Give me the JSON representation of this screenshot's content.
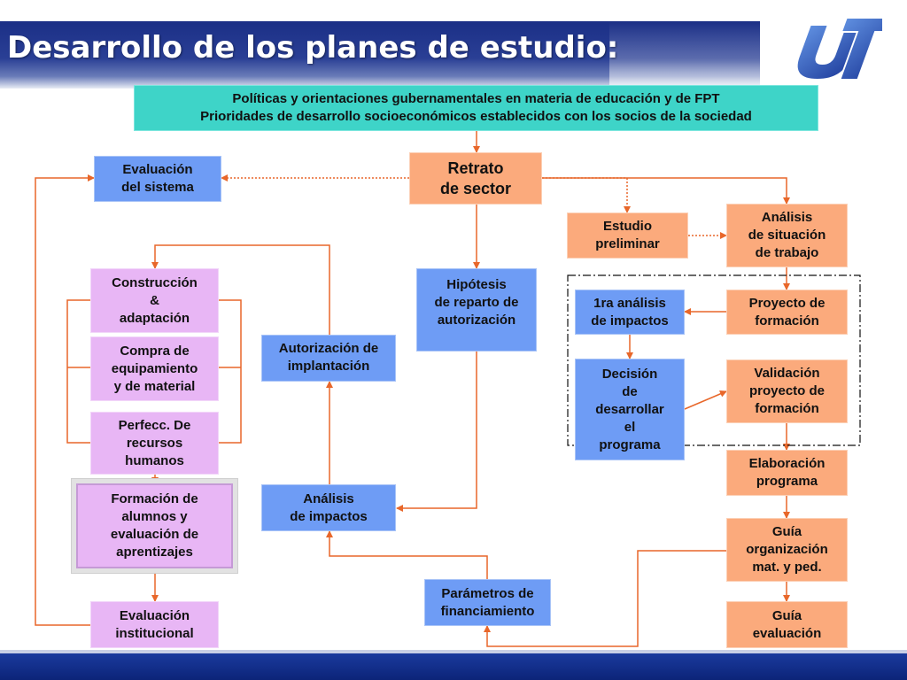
{
  "title": "Desarrollo de los planes de estudio:",
  "logo": {
    "icon": "ut-logo-icon",
    "text": "UT"
  },
  "colors": {
    "teal": "#3ed4c8",
    "blue": "#6e9cf5",
    "orange": "#fbaa7c",
    "violet": "#e8b6f5",
    "arrow": "#e8672a",
    "header": "#1b2f86"
  },
  "nodes": {
    "politicas": "Políticas y orientaciones gubernamentales en materia de educación y de FPT\nPrioridades de desarrollo socioeconómicos establecidos con los socios de la sociedad",
    "evaluacion_sistema": "Evaluación\ndel sistema",
    "retrato_sector": "Retrato\nde sector",
    "estudio_preliminar": "Estudio\npreliminar",
    "analisis_situacion": "Análisis\nde situación\nde trabajo",
    "construccion": "Construcción\n&\nadaptación",
    "compra_equipamiento": "Compra de\nequipamiento\ny de material",
    "perfecc_recursos": "Perfecc. De\nrecursos\nhumanos",
    "formacion_alumnos": "Formación de\nalumnos y\nevaluación de\naprentizajes",
    "evaluacion_institucional": "Evaluación\ninstitucional",
    "hipotesis": "Hipótesis\nde reparto de\nautorización",
    "autorizacion": "Autorización de\nimplantación",
    "analisis_impactos": "Análisis\nde impactos",
    "parametros": "Parámetros de\nfinanciamiento",
    "primera_analisis": "1ra análisis\nde impactos",
    "decision": "Decisión\nde\ndesarrollar\nel\nprograma",
    "proyecto_formacion": "Proyecto de\nformación",
    "validacion": "Validación\nproyecto de\nformación",
    "elaboracion": "Elaboración\nprograma",
    "guia_organizacion": "Guía\norganización\nmat. y ped.",
    "guia_evaluacion": "Guía\nevaluación"
  }
}
